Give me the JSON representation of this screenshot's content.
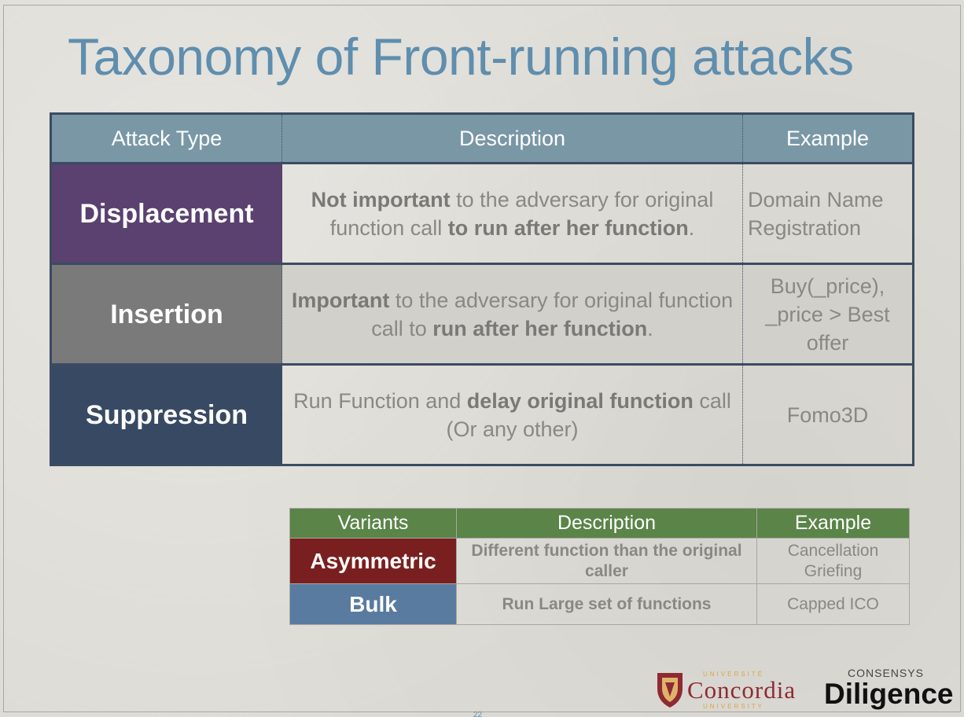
{
  "title": "Taxonomy of Front-running attacks",
  "main_table": {
    "headers": [
      "Attack Type",
      "Description",
      "Example"
    ],
    "rows": [
      {
        "type": "Displacement",
        "desc_bold1": "Not important",
        "desc_text1": " to the adversary for original function call ",
        "desc_bold2": "to run after her function",
        "desc_text2": ".",
        "example": "Domain Name Registration"
      },
      {
        "type": "Insertion",
        "desc_bold1": "Important",
        "desc_text1": " to the adversary for original function call to ",
        "desc_bold2": "run after her function",
        "desc_text2": ".",
        "example": "Buy(_price), _price > Best offer"
      },
      {
        "type": "Suppression",
        "desc_text1": "Run Function and ",
        "desc_bold1": "delay original function",
        "desc_text2": " call (Or any other)",
        "example": "Fomo3D"
      }
    ]
  },
  "variants_table": {
    "headers": [
      "Variants",
      "Description",
      "Example"
    ],
    "rows": [
      {
        "variant": "Asymmetric",
        "description": "Different function than the original caller",
        "example": "Cancellation Griefing"
      },
      {
        "variant": "Bulk",
        "description": "Run Large set of functions",
        "example": "Capped ICO"
      }
    ]
  },
  "logos": {
    "concordia": {
      "top_text": "UNIVERSITÉ",
      "name": "Concordia",
      "bottom_text": "UNIVERSITY"
    },
    "consensys": {
      "brand": "CONSENSYS",
      "product": "Diligence"
    }
  },
  "page_number": "22",
  "colors": {
    "title": "#5f8eae",
    "displacement": "#5a4170",
    "insertion": "#7a7a7a",
    "suppression": "#384a63",
    "main_header": "#7a97a6",
    "variants_header": "#5a8448",
    "asymmetric": "#7a1f1f",
    "bulk": "#5a7ba0"
  }
}
